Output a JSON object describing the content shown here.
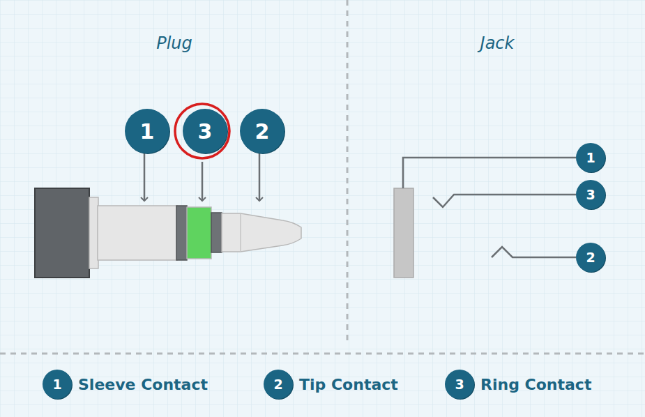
{
  "diagram": {
    "nodes": [
      {
        "text": [
          "1"
        ]
      },
      {
        "text": [
          "3"
        ]
      },
      {
        "text": [
          "2"
        ]
      },
      {
        "text": [
          "1"
        ]
      },
      {
        "text": [
          "3"
        ]
      },
      {
        "text": [
          "2"
        ]
      },
      {
        "text": [
          "1",
          "Sleeve Contact"
        ]
      },
      {
        "text": [
          "2",
          "Tip Contact"
        ]
      },
      {
        "text": [
          "3",
          "Ring Contact"
        ]
      }
    ],
    "labels": [
      "Plug",
      "Jack"
    ]
  }
}
